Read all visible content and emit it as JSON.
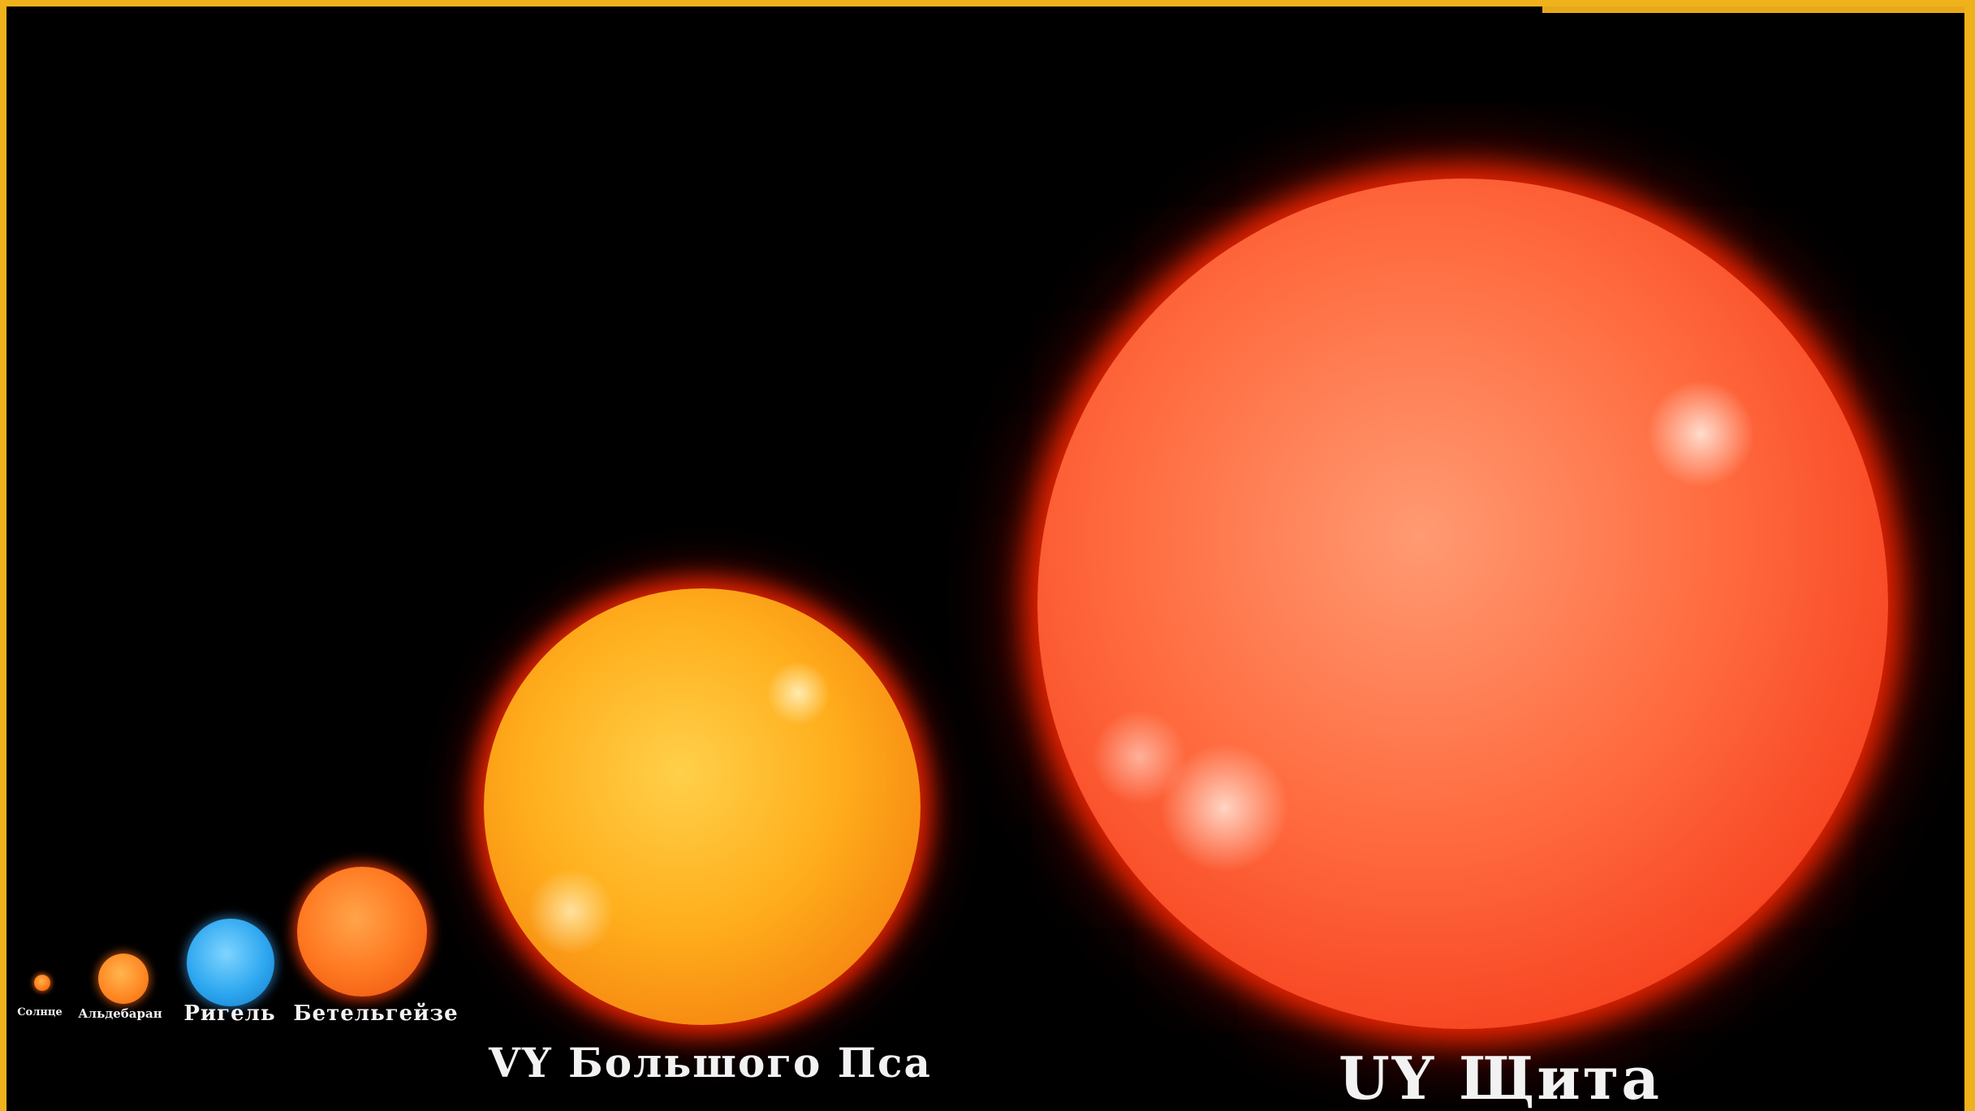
{
  "stars": [
    {
      "id": "sun",
      "label": "Солнце",
      "color": "#ff7a1a"
    },
    {
      "id": "aldebaran",
      "label": "Альдебаран",
      "color": "#ff8a24"
    },
    {
      "id": "rigel",
      "label": "Ригель",
      "color": "#2ea8f0"
    },
    {
      "id": "betelgeuse",
      "label": "Бетельгейзе",
      "color": "#ff7a22"
    },
    {
      "id": "vy",
      "label": "VY Большого Пса",
      "color": "#ffae1c"
    },
    {
      "id": "uy",
      "label": "UY Щита",
      "color": "#ff6a3e"
    }
  ],
  "colors": {
    "background": "#000000",
    "frame": "#f0b21a"
  }
}
